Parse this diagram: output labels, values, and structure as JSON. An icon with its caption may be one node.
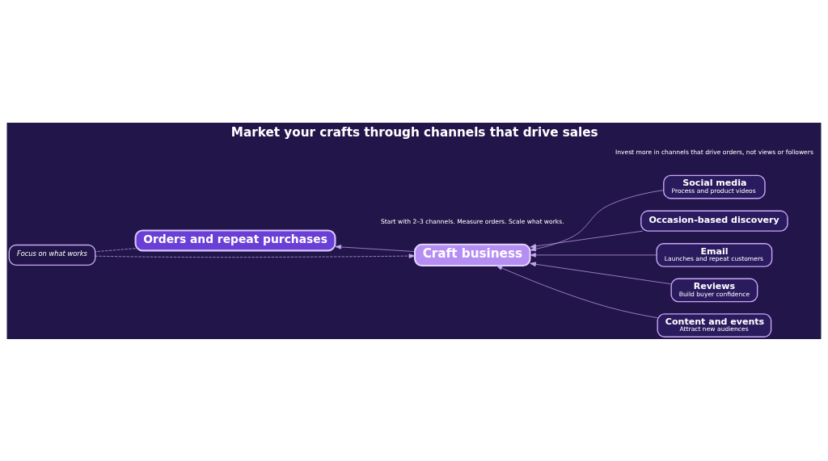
{
  "diagram": {
    "title": "Market your crafts through channels that drive sales",
    "nodes": [
      {
        "text": [
          "Social media",
          "Process and product videos"
        ]
      },
      {
        "text": [
          "Occasion-based discovery"
        ]
      },
      {
        "text": [
          "Email",
          "Launches and repeat customers"
        ]
      },
      {
        "text": [
          "Reviews",
          "Build buyer confidence"
        ]
      },
      {
        "text": [
          "Content and events",
          "Attract new audiences"
        ]
      },
      {
        "text": [
          "Craft business"
        ],
        "beside": [
          "Start with 2–3 channels. Measure orders. Scale what works."
        ]
      },
      {
        "text": [
          "Orders and repeat purchases"
        ]
      },
      {
        "text": [
          "Focus on what works"
        ]
      }
    ],
    "edges": [
      {
        "from": 0,
        "to": 5,
        "arrow": "to"
      },
      {
        "from": 1,
        "to": 5,
        "arrow": "to"
      },
      {
        "from": 2,
        "to": 5,
        "arrow": "to"
      },
      {
        "from": 3,
        "to": 5,
        "arrow": "to"
      },
      {
        "from": 4,
        "to": 5,
        "arrow": "to"
      },
      {
        "from": 5,
        "to": 6,
        "arrow": "to"
      },
      {
        "from": 6,
        "to": 7,
        "arrow": "none",
        "style": "dashed"
      },
      {
        "from": 7,
        "to": 5,
        "arrow": "to",
        "style": "dashed"
      }
    ],
    "labels": [
      "Invest more in channels that drive orders, not views or followers"
    ]
  }
}
